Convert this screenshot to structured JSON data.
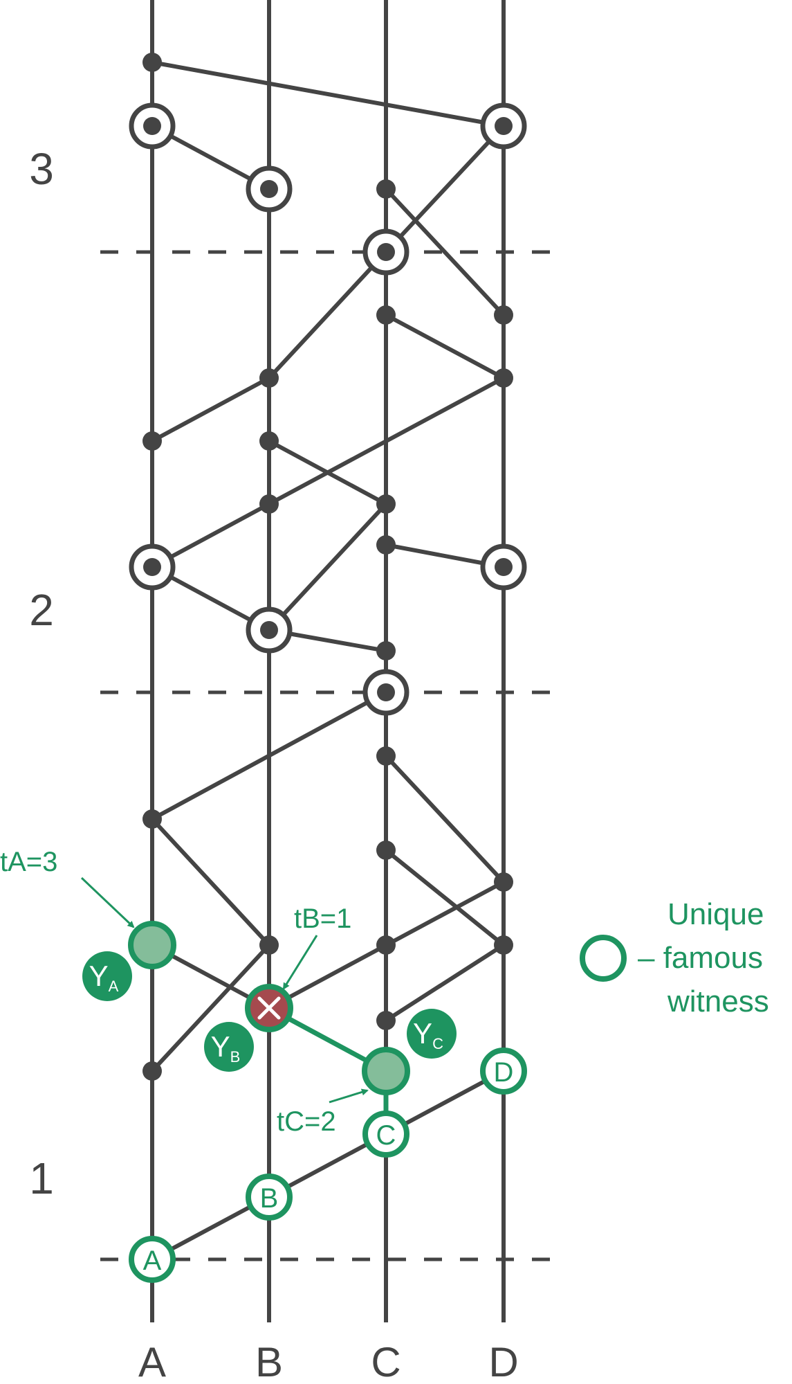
{
  "columns": [
    {
      "id": "A",
      "label": "A"
    },
    {
      "id": "B",
      "label": "B"
    },
    {
      "id": "C",
      "label": "C"
    },
    {
      "id": "D",
      "label": "D"
    }
  ],
  "rounds": [
    {
      "label": "1"
    },
    {
      "label": "2"
    },
    {
      "label": "3"
    }
  ],
  "colors": {
    "line": "#444444",
    "green": "#1e9460",
    "green_fill": "#84bd9a",
    "red": "#a54a4e"
  },
  "annotations": {
    "tA": "tA=3",
    "tB": "tB=1",
    "tC": "tC=2",
    "yA": {
      "main": "Y",
      "sub": "A"
    },
    "yB": {
      "main": "Y",
      "sub": "B"
    },
    "yC": {
      "main": "Y",
      "sub": "C"
    }
  },
  "legend": {
    "line1": "Unique",
    "line2": "– famous",
    "line3": "witness"
  },
  "first_round_witnesses": {
    "A": "A",
    "B": "B",
    "C": "C",
    "D": "D"
  }
}
